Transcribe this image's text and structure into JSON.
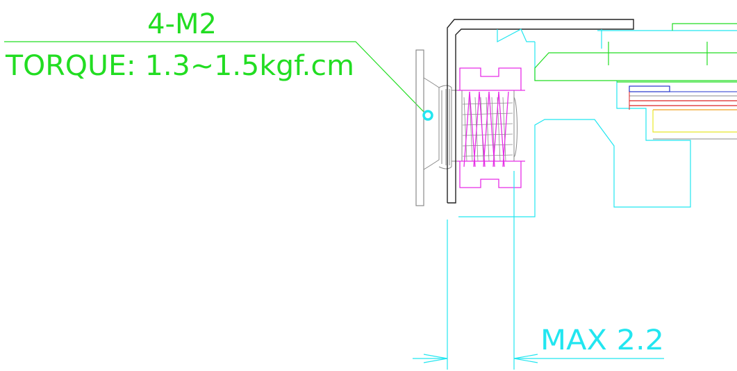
{
  "callout": {
    "spec": "4-M2",
    "torque": "TORQUE: 1.3~1.5kgf.cm"
  },
  "dimension": {
    "label": "MAX 2.2"
  },
  "colors": {
    "green": "#22dd22",
    "cyan": "#22e6f0",
    "magenta": "#e62ce6",
    "gray": "#8a8a8a",
    "black": "#222222",
    "blue": "#2233cc",
    "red": "#dd2222",
    "orange": "#f0a020",
    "yellow": "#e8e82a"
  }
}
